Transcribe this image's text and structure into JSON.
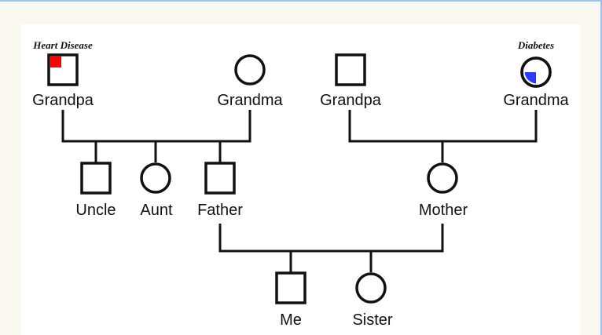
{
  "conditions": {
    "heart": "Heart Disease",
    "diabetes": "Diabetes"
  },
  "members": {
    "pat_grandpa": "Grandpa",
    "pat_grandma": "Grandma",
    "mat_grandpa": "Grandpa",
    "mat_grandma": "Grandma",
    "uncle": "Uncle",
    "aunt": "Aunt",
    "father": "Father",
    "mother": "Mother",
    "me": "Me",
    "sister": "Sister"
  },
  "colors": {
    "heart_disease": "#ff0000",
    "diabetes": "#2a3cff"
  }
}
